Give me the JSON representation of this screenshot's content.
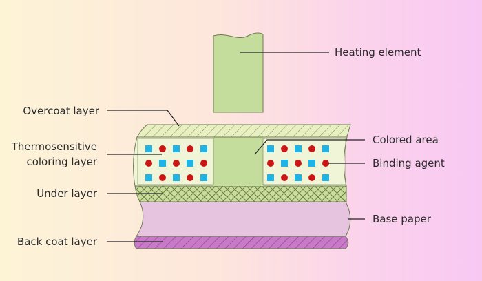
{
  "labels": {
    "heating_element": "Heating element",
    "overcoat_layer": "Overcoat layer",
    "thermo_line1": "Thermosensitive",
    "thermo_line2": "coloring layer",
    "under_layer": "Under layer",
    "back_coat_layer": "Back coat layer",
    "colored_area": "Colored area",
    "binding_agent": "Binding agent",
    "base_paper": "Base paper"
  },
  "colors": {
    "heating_element": "#c4dc9c",
    "overcoat": "#e8efc0",
    "thermo_layer": "#f0f5d8",
    "colored_area": "#c4dc9c",
    "under_layer": "#c9dd9b",
    "base_paper": "#e6c4df",
    "back_coat": "#c879c7",
    "dot_red": "#cc1616",
    "square_cyan": "#1eb4e6"
  },
  "particle_pattern": {
    "left_block": [
      "square",
      "dot",
      "square",
      "dot",
      "square"
    ],
    "right_block": [
      "square",
      "dot",
      "square",
      "dot",
      "square"
    ]
  }
}
